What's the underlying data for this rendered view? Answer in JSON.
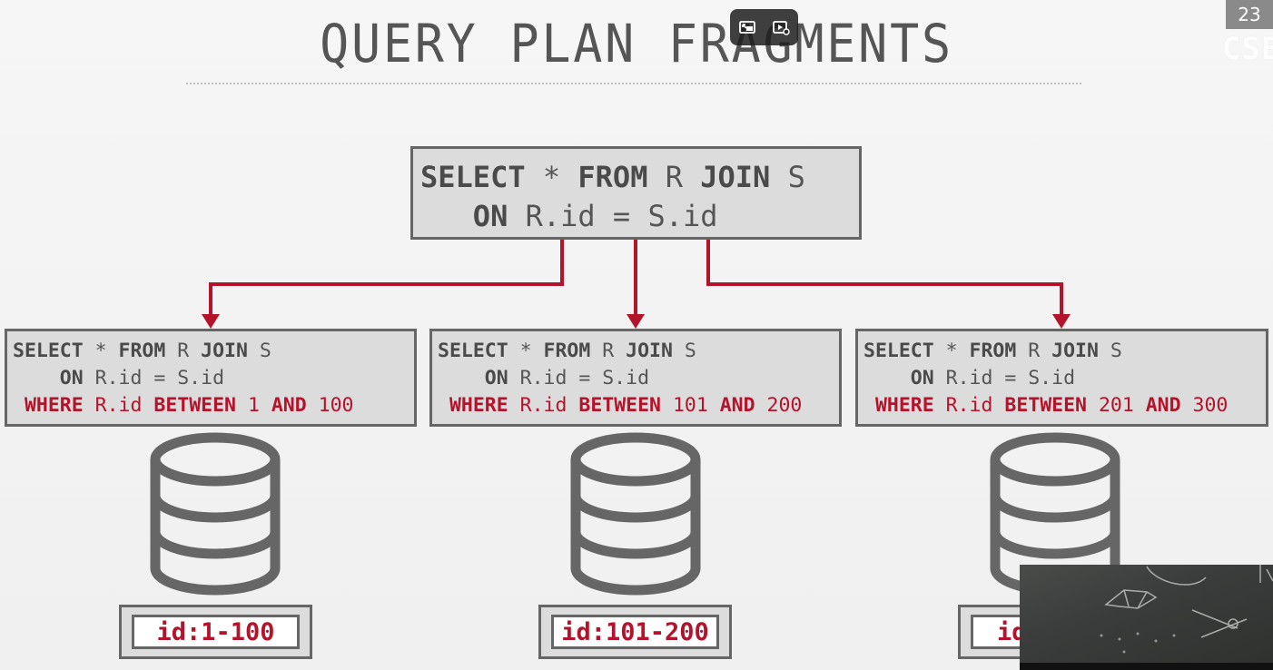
{
  "slide": {
    "title": "QUERY PLAN FRAGMENTS",
    "number": "23",
    "watermark": "CSE"
  },
  "video_controls": {
    "icons": [
      "picture-in-picture-exit-icon",
      "video-settings-icon"
    ]
  },
  "main_query": {
    "select_kw": "SELECT",
    "star": "*",
    "from_kw": "FROM",
    "left_table": "R",
    "join_kw": "JOIN",
    "right_table": "S",
    "on_kw": "ON",
    "condition": "R.id = S.id"
  },
  "fragments": [
    {
      "where_kw": "WHERE",
      "col": "R.id",
      "between_kw": "BETWEEN",
      "low": "1",
      "and_kw": "AND",
      "high": "100",
      "db_label": "id:1-100"
    },
    {
      "where_kw": "WHERE",
      "col": "R.id",
      "between_kw": "BETWEEN",
      "low": "101",
      "and_kw": "AND",
      "high": "200",
      "db_label": "id:101-200"
    },
    {
      "where_kw": "WHERE",
      "col": "R.id",
      "between_kw": "BETWEEN",
      "low": "201",
      "and_kw": "AND",
      "high": "300",
      "db_label": "id:"
    }
  ],
  "colors": {
    "accent_red": "#b3132b",
    "box_fill": "#dcdcdc",
    "box_border": "#666666",
    "text_gray": "#555555"
  }
}
